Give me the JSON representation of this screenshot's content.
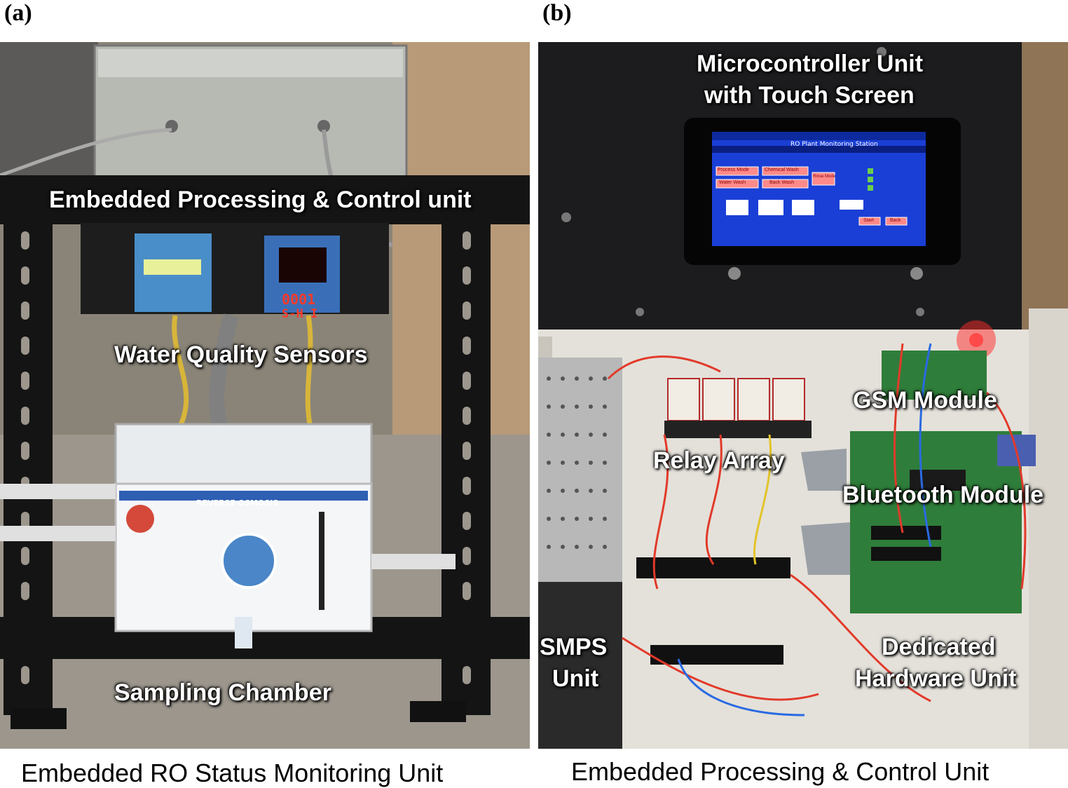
{
  "panels": [
    {
      "letter": "(a)",
      "labels": {
        "processing_unit": "Embedded Processing & Control unit",
        "sensors": "Water Quality  Sensors",
        "chamber": "Sampling  Chamber",
        "ro_tank": "REVERSE OSMOSIS"
      },
      "display_readout": [
        "0001",
        "S-H I"
      ],
      "caption": "Embedded  RO Status Monitoring  Unit"
    },
    {
      "letter": "(b)",
      "labels": {
        "mcu_line1": "Microcontroller  Unit",
        "mcu_line2": "with  Touch Screen",
        "gsm": "GSM  Module",
        "relay": "Relay  Array",
        "bluetooth": "Bluetooth  Module",
        "smps_line1": "SMPS",
        "smps_line2": "Unit",
        "hw_line1": "Dedicated",
        "hw_line2": "Hardware  Unit"
      },
      "screen": {
        "title": "RO Plant Monitoring Station",
        "buttons": [
          "Process Mode",
          "Chemical Wash",
          "Water Wash",
          "Back Wash",
          "Rinse Mode",
          "Start",
          "Back"
        ]
      },
      "caption": "Embedded  Processing & Control Unit"
    }
  ],
  "colors": {
    "screen_blue": "#1a3fd6",
    "led_red": "#ff2a2a",
    "pcb_green": "#2f7d3a",
    "rack_black": "#141414"
  }
}
